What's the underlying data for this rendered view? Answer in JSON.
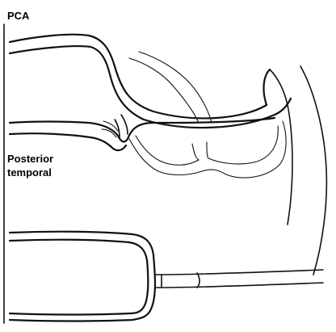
{
  "labels": {
    "top": "PCA",
    "middle_line1": "Posterior",
    "middle_line2": "temporal"
  },
  "colors": {
    "ink": "#111111",
    "background": "#ffffff"
  }
}
